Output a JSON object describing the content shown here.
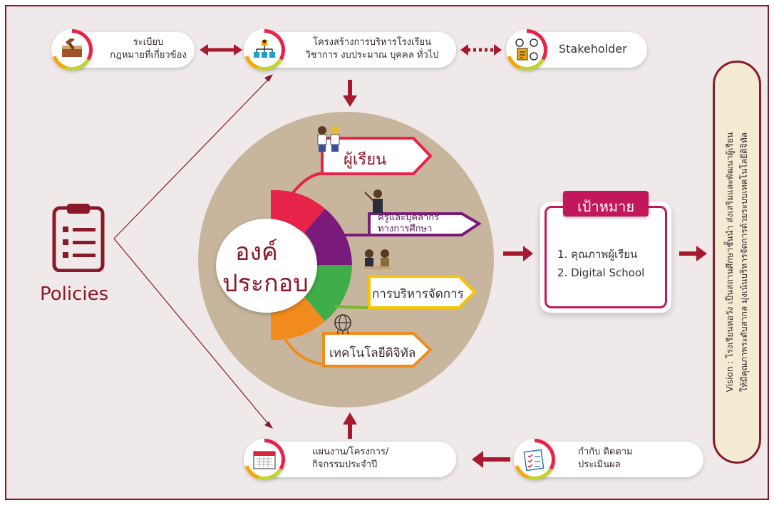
{
  "top": {
    "law": {
      "line1": "ระเบียบ",
      "line2": "กฎหมายที่เกี่ยวข้อง"
    },
    "structure": {
      "line1": "โครงสร้างการบริหารโรงเรียน",
      "line2": "วิชาการ งบประมาณ บุคคล ทั่วไป"
    },
    "stakeholder": {
      "label": "Stakeholder"
    }
  },
  "policies": {
    "label": "Policies"
  },
  "center": {
    "line1": "องค์",
    "line2": "ประกอบ",
    "components": [
      {
        "label": "ผู้เรียน"
      },
      {
        "label": "ครูและบุคลากร",
        "label2": "ทางการศึกษา"
      },
      {
        "label": "การบริหารจัดการ"
      },
      {
        "label": "เทคโนโลยีดิจิทัล"
      }
    ]
  },
  "goal": {
    "title": "เป้าหมาย",
    "items": [
      "1. คุณภาพผู้เรียน",
      "2. Digital School"
    ]
  },
  "vision": {
    "line1": "Vision : โรงเรียนหอวัง เป็นสถานศึกษาชั้นนำ ส่งเสริมและพัฒนาผู้เรียน",
    "line2": "ให้มีคุณภาพระดับสากล มุ่งเน้นบริหารจัดการด้วยระบบเทคโนโลยีดิจิทัล"
  },
  "bottom": {
    "plan": {
      "line1": "แผนงาน/โครงการ/",
      "line2": "กิจกรรมประจำปี"
    },
    "monitor": {
      "line1": "กำกับ ติดตาม",
      "line2": "ประเมินผล"
    }
  },
  "colors": {
    "maroon": "#8a1a2a",
    "red": "#e8234a",
    "purple": "#7a1a7a",
    "green": "#76b82a",
    "orange": "#f28b1e",
    "yellow": "#f6c400",
    "tan": "#c8b59d"
  }
}
